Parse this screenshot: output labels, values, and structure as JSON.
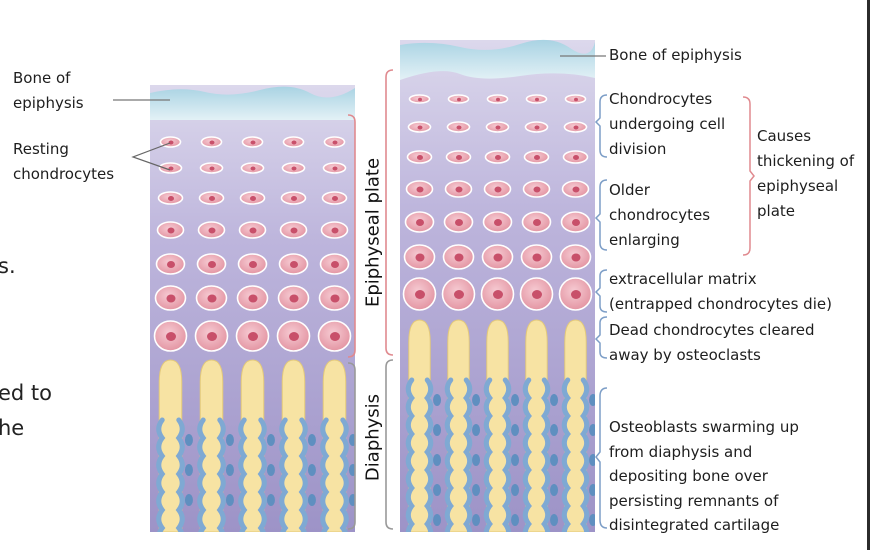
{
  "left_labels": {
    "bone_of_epiphysis": "Bone of\nepiphysis",
    "resting_chondrocytes": "Resting\nchondrocytes"
  },
  "vertical_labels": {
    "epiphyseal_plate": "Epiphyseal plate",
    "diaphysis": "Diaphysis"
  },
  "right_labels": {
    "bone_of_epiphysis": "Bone of epiphysis",
    "dividing": "Chondrocytes\nundergoing cell\ndivision",
    "enlarging": "Older\nchondrocytes\nenlarging",
    "causes": "Causes\nthickening of\nepiphyseal\nplate",
    "matrix": "extracellular matrix\n(entrapped chondrocytes die)",
    "dead": "Dead chondrocytes cleared\naway by osteoclasts",
    "osteoblasts": "Osteoblasts swarming up\nfrom diaphysis and\ndepositing bone over\npersisting remnants of\ndisintegrated cartilage"
  },
  "cut_off_text": {
    "line1": "s.",
    "line2": "ed to\nhe"
  },
  "colors": {
    "bracket_red": "#e08a8f",
    "bracket_gray": "#8a8a8a",
    "matrix_purple": "#a49ccb",
    "cell_pink": "#e9a7b3",
    "nucleus_red": "#c8506a",
    "bone_yellow": "#f7e3a3",
    "osteoblast_blue": "#7fa9d3",
    "epiphysis_blue": "#bcdde8"
  }
}
